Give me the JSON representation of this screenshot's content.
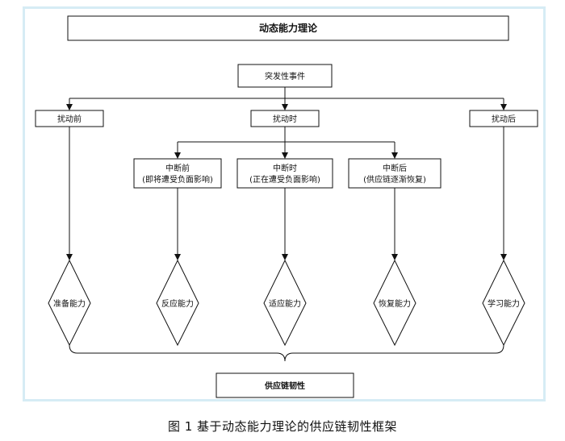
{
  "diagram": {
    "title": "动态能力理论",
    "event": "突发性事件",
    "phases": {
      "before": "扰动前",
      "during": "扰动时",
      "after": "扰动后"
    },
    "sub_phases": {
      "before": {
        "line1": "中断前",
        "line2": "(即将遭受负面影响)"
      },
      "during": {
        "line1": "中断时",
        "line2": "(正在遭受负面影响)"
      },
      "after": {
        "line1": "中断后",
        "line2": "(供应链逐渐恢复)"
      }
    },
    "capabilities": [
      "准备能力",
      "反应能力",
      "适应能力",
      "恢复能力",
      "学习能力"
    ],
    "result": "供应链韧性"
  },
  "caption": "图 1   基于动态能力理论的供应链韧性框架"
}
